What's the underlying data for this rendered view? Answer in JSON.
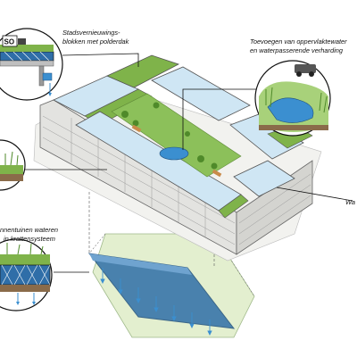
{
  "labels": {
    "top_left_line1": "Stadsvernieuwings-",
    "top_left_line2": "blokken met polderdak",
    "top_right_line1": "Toevoegen van oppervlaktewater",
    "top_right_line2": "en waterpasserende verharding",
    "bottom_left_line1": "nnentuinen wateren",
    "bottom_left_line2": "in krattensysteem",
    "right_edge": "Wa"
  },
  "badge_text": "SO",
  "colors": {
    "roof_water": "#cfe6f4",
    "garden_green": "#7fb34a",
    "building_face": "#e3e3e0",
    "crate_blue": "#2f6ea8",
    "water_blue": "#3b8fd0",
    "ground_green": "#e3efcf"
  }
}
